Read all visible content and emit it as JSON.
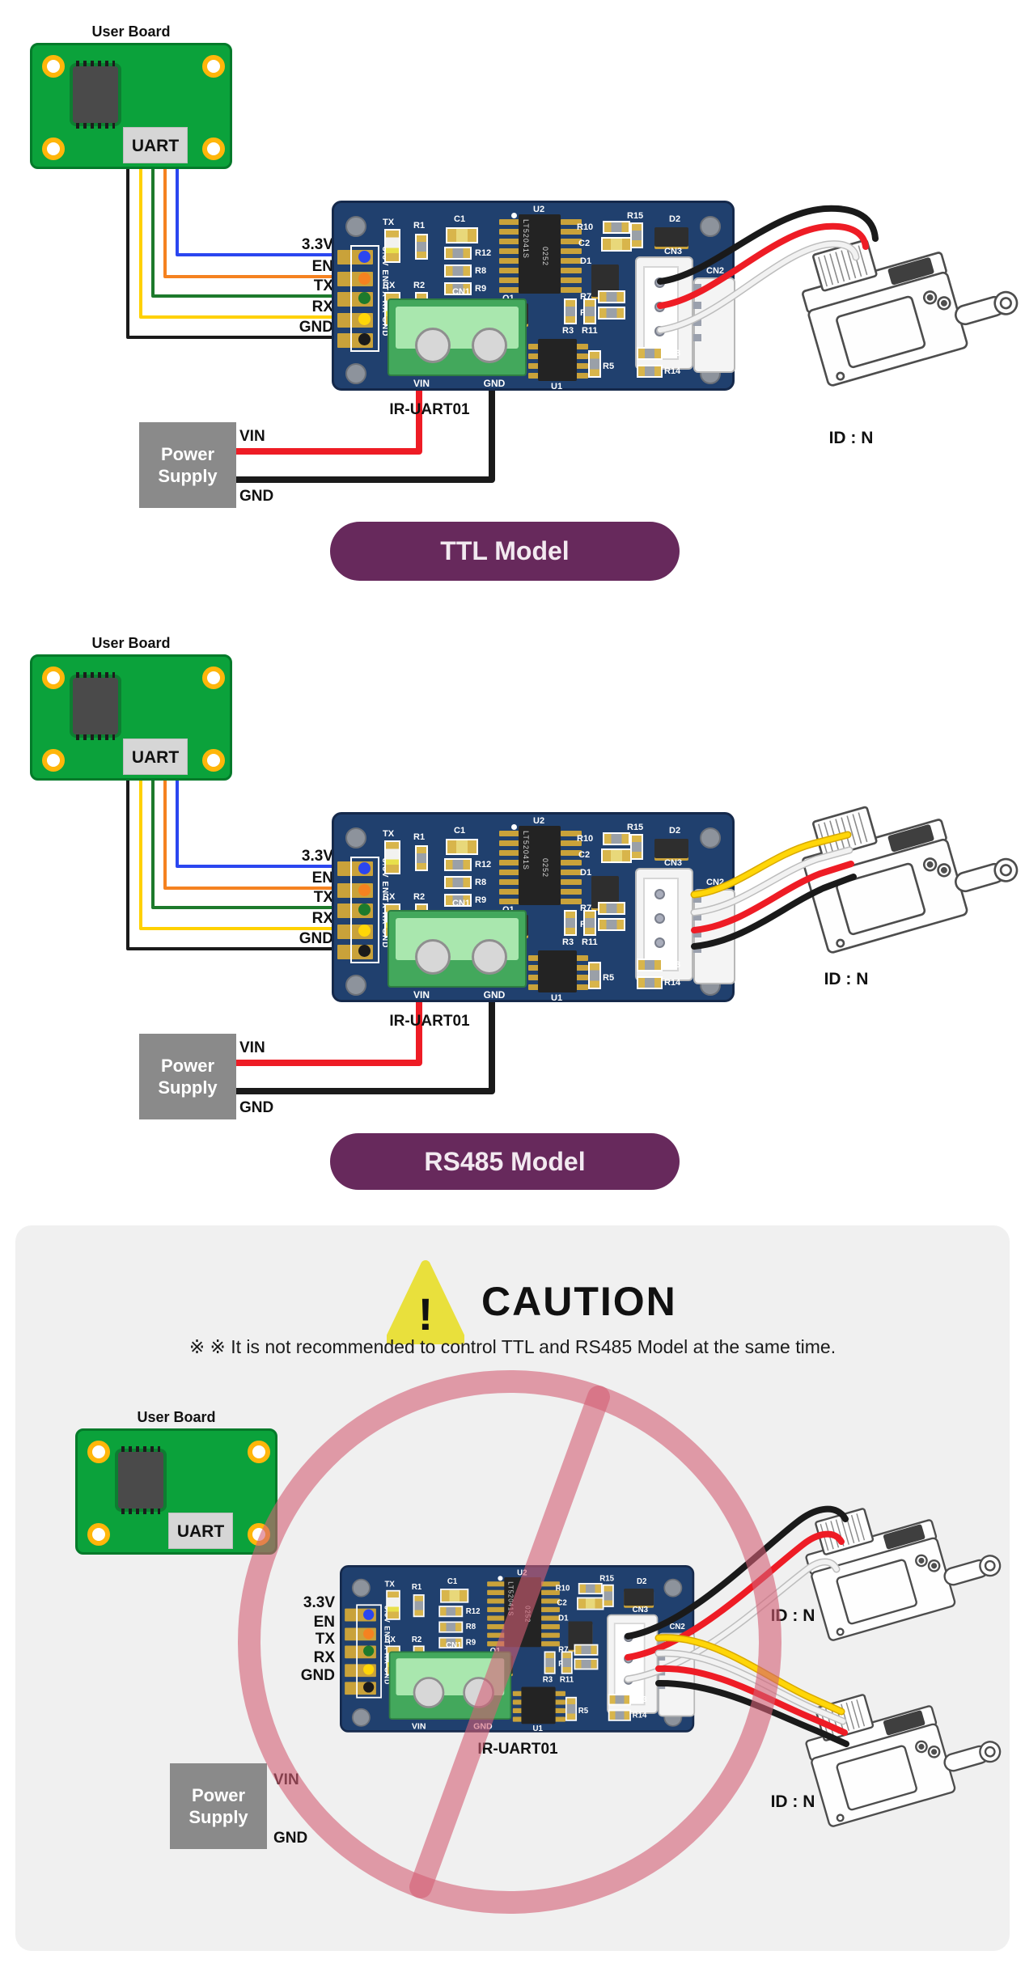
{
  "user_board": {
    "title": "User Board",
    "port_label": "UART"
  },
  "pins": {
    "v33": "3.3V",
    "en": "EN",
    "tx": "TX",
    "rx": "RX",
    "gnd": "GND"
  },
  "pcb": {
    "name": "IR-UART01",
    "header_vertical_text": "3.3V EN TX RX GND",
    "chip_u2_line1": "LT52041S",
    "chip_u2_line2": "0252",
    "labels": {
      "tx": "TX",
      "r1": "R1",
      "rx": "RX",
      "r2": "R2",
      "c1": "C1",
      "r12": "R12",
      "r8": "R8",
      "r9": "R9",
      "u2": "U2",
      "r10": "R10",
      "c2": "C2",
      "r15": "R15",
      "d2": "D2",
      "d1": "D1",
      "cn3": "CN3",
      "cn2": "CN2",
      "q1": "Q1",
      "r7": "R7",
      "r4": "R4",
      "r3": "R3",
      "r11": "R11",
      "cn1": "CN1",
      "u1": "U1",
      "r5": "R5",
      "r13": "R13",
      "r14": "R14",
      "vin": "VIN",
      "gnd": "GND"
    }
  },
  "power_supply": {
    "label_line1": "Power",
    "label_line2": "Supply",
    "vin": "VIN",
    "gnd": "GND"
  },
  "actuator": {
    "id_label": "ID : N"
  },
  "sections": {
    "ttl": {
      "badge": "TTL Model"
    },
    "rs485": {
      "badge": "RS485 Model"
    },
    "caution": {
      "title": "CAUTION",
      "icon": "!",
      "note": "※ ※ It is not recommended to control TTL and RS485 Model at the same time."
    }
  },
  "colors": {
    "pcb_navy": "#20406e",
    "pcb_green": "#0ba23b",
    "gold": "#c9a23a",
    "badge_purple": "#67295c",
    "caution_bg": "#f0f0f0",
    "caution_yellow": "#e9e03c",
    "prohibition_pink": "#d35f75",
    "power_gray": "#8a8a8a",
    "wire_blue": "#2b46f0",
    "wire_orange": "#f58220",
    "wire_green": "#1d7a2c",
    "wire_yellow": "#ffd608",
    "wire_black": "#1a1a1a",
    "wire_red": "#ee1c25",
    "wire_white": "#f2f2f2"
  }
}
